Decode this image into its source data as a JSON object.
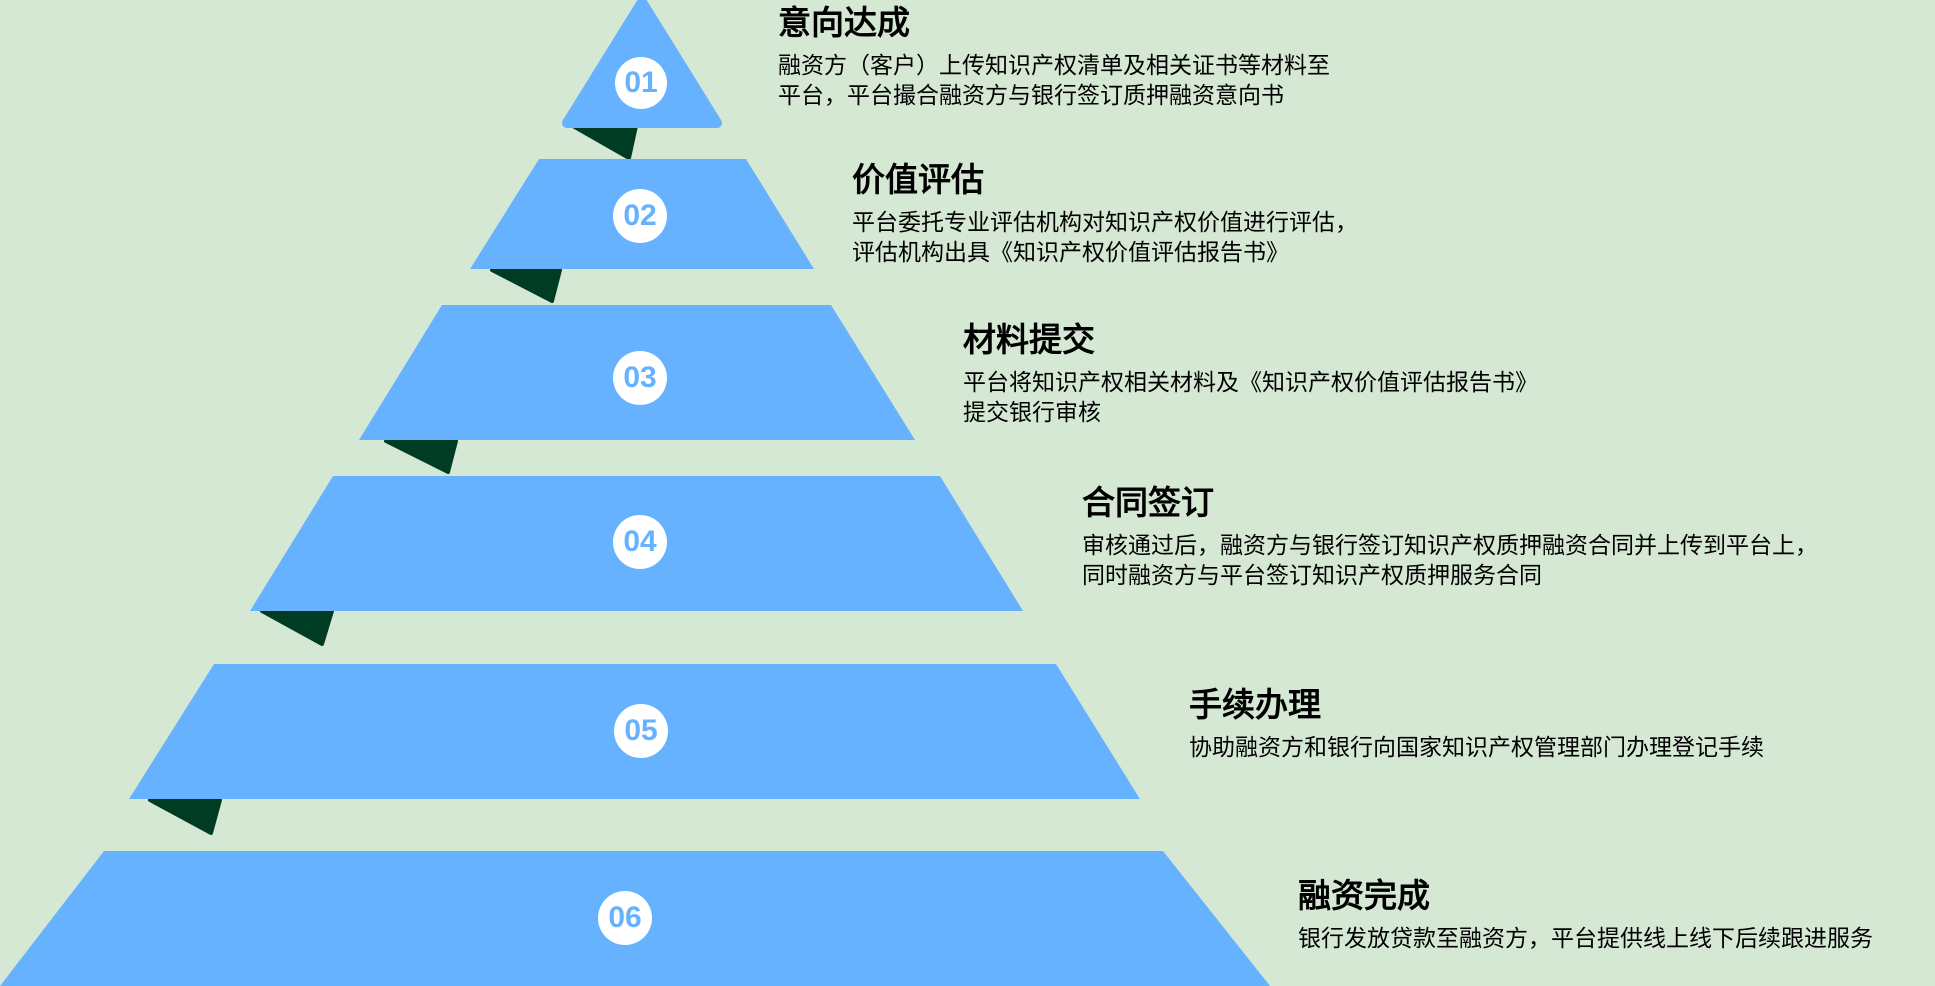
{
  "colors": {
    "background": "#d5e8d4",
    "tier_fill": "#66b2ff",
    "fold_fill": "#003c24",
    "badge_fill": "#ffffff",
    "badge_text": "#66b2ff",
    "text": "#000000"
  },
  "steps": [
    {
      "number": "01",
      "title": "意向达成",
      "description": [
        "融资方（客户）上传知识产权清单及相关证书等材料至",
        "平台，平台撮合融资方与银行签订质押融资意向书"
      ]
    },
    {
      "number": "02",
      "title": "价值评估",
      "description": [
        "平台委托专业评估机构对知识产权价值进行评估，",
        "评估机构出具《知识产权价值评估报告书》"
      ]
    },
    {
      "number": "03",
      "title": "材料提交",
      "description": [
        "平台将知识产权相关材料及《知识产权价值评估报告书》",
        "提交银行审核"
      ]
    },
    {
      "number": "04",
      "title": "合同签订",
      "description": [
        "审核通过后，融资方与银行签订知识产权质押融资合同并上传到平台上，",
        "同时融资方与平台签订知识产权质押服务合同"
      ]
    },
    {
      "number": "05",
      "title": "手续办理",
      "description": [
        "协助融资方和银行向国家知识产权管理部门办理登记手续"
      ]
    },
    {
      "number": "06",
      "title": "融资完成",
      "description": [
        "银行发放贷款至融资方，平台提供线上线下后续跟进服务"
      ]
    }
  ]
}
